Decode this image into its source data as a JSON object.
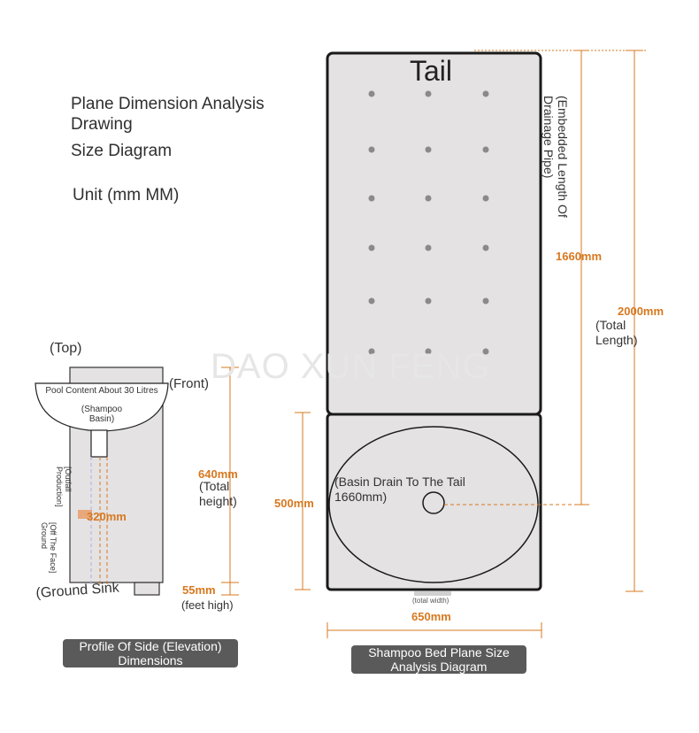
{
  "header": {
    "line1": "Plane Dimension Analysis",
    "line2": "Drawing",
    "line3": "Size Diagram",
    "unit": "Unit (mm MM)"
  },
  "watermark": "DAO XUN FENG",
  "bed_plane": {
    "tail_label": "Tail",
    "embedded_label": "(Embedded Length Of Drainage Pipe)",
    "embedded_value": "1660mm",
    "total_length_value": "2000mm",
    "total_length_label": "(Total Length)",
    "basin_drain_label": "(Basin Drain To The Tail 1660mm)",
    "basin_height_value": "500mm",
    "total_width_small": "(total width)",
    "width_value": "650mm",
    "caption": "Shampoo Bed Plane Size Analysis Diagram"
  },
  "side_profile": {
    "top_label": "(Top)",
    "front_label": "(Front)",
    "pool_content": "Pool Content About 30 Litres",
    "shampoo_basin": "(Shampoo Basin)",
    "outfall_label": "[Outfall Production]",
    "outfall_value": "320mm",
    "off_face_label": "[Off The Face] Ground",
    "ground_sink": "(Ground Sink",
    "height_value": "640mm",
    "height_label": "(Total height)",
    "feet_value": "55mm",
    "feet_label": "(feet high)",
    "caption": "Profile Of Side (Elevation) Dimensions"
  },
  "colors": {
    "accent": "#d7781f",
    "bed_fill": "#e4e2e3",
    "caption_bg": "#5a5a5a"
  }
}
